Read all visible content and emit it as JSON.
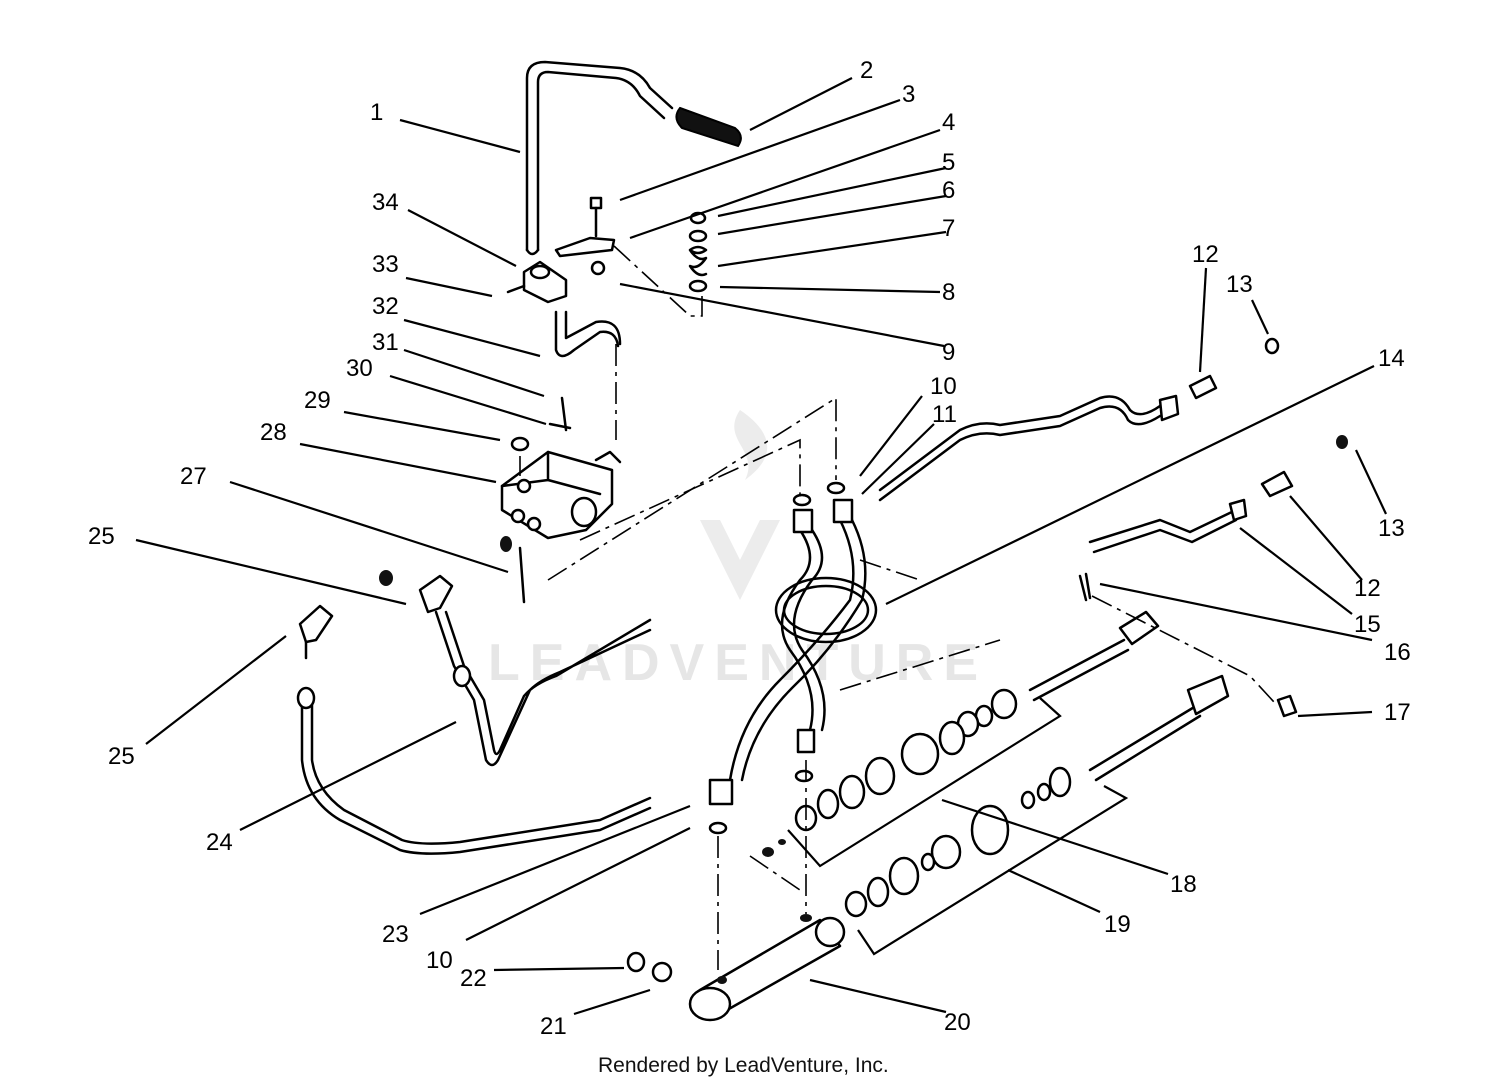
{
  "callouts": {
    "c1": "1",
    "c2": "2",
    "c3": "3",
    "c4": "4",
    "c5": "5",
    "c6": "6",
    "c7": "7",
    "c8": "8",
    "c9": "9",
    "c10a": "10",
    "c11": "11",
    "c12a": "12",
    "c13a": "13",
    "c14": "14",
    "c13b": "13",
    "c12b": "12",
    "c15": "15",
    "c16": "16",
    "c17": "17",
    "c18": "18",
    "c19": "19",
    "c20": "20",
    "c21": "21",
    "c22": "22",
    "c10b": "10",
    "c23": "23",
    "c24": "24",
    "c25a": "25",
    "c25b": "25",
    "c27": "27",
    "c28": "28",
    "c29": "29",
    "c30": "30",
    "c31": "31",
    "c32": "32",
    "c33": "33",
    "c34": "34"
  },
  "watermark": "LEADVENTURE",
  "footer": "Rendered by LeadVenture, Inc."
}
